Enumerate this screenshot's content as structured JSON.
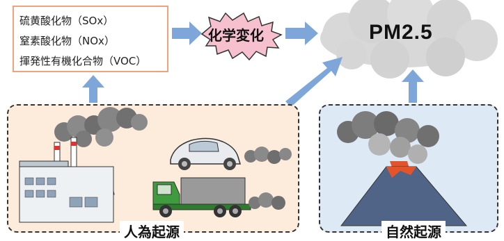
{
  "pollutants": [
    "硫黄酸化物（SOx）",
    "窒素酸化物（NOx）",
    "揮発性有機化合物（VOC）"
  ],
  "reaction_label": "化学変化",
  "product_label": "PM2.5",
  "human_label": "人為起源",
  "natural_label": "自然起源",
  "colors": {
    "arrow": "#7ea6d8",
    "burst": "#f6c0cf",
    "pollutant_border": "#f0a37a",
    "human_bg": "#fdebdc",
    "natural_bg": "#dde9f5",
    "cloud": "#d8d8d8"
  }
}
